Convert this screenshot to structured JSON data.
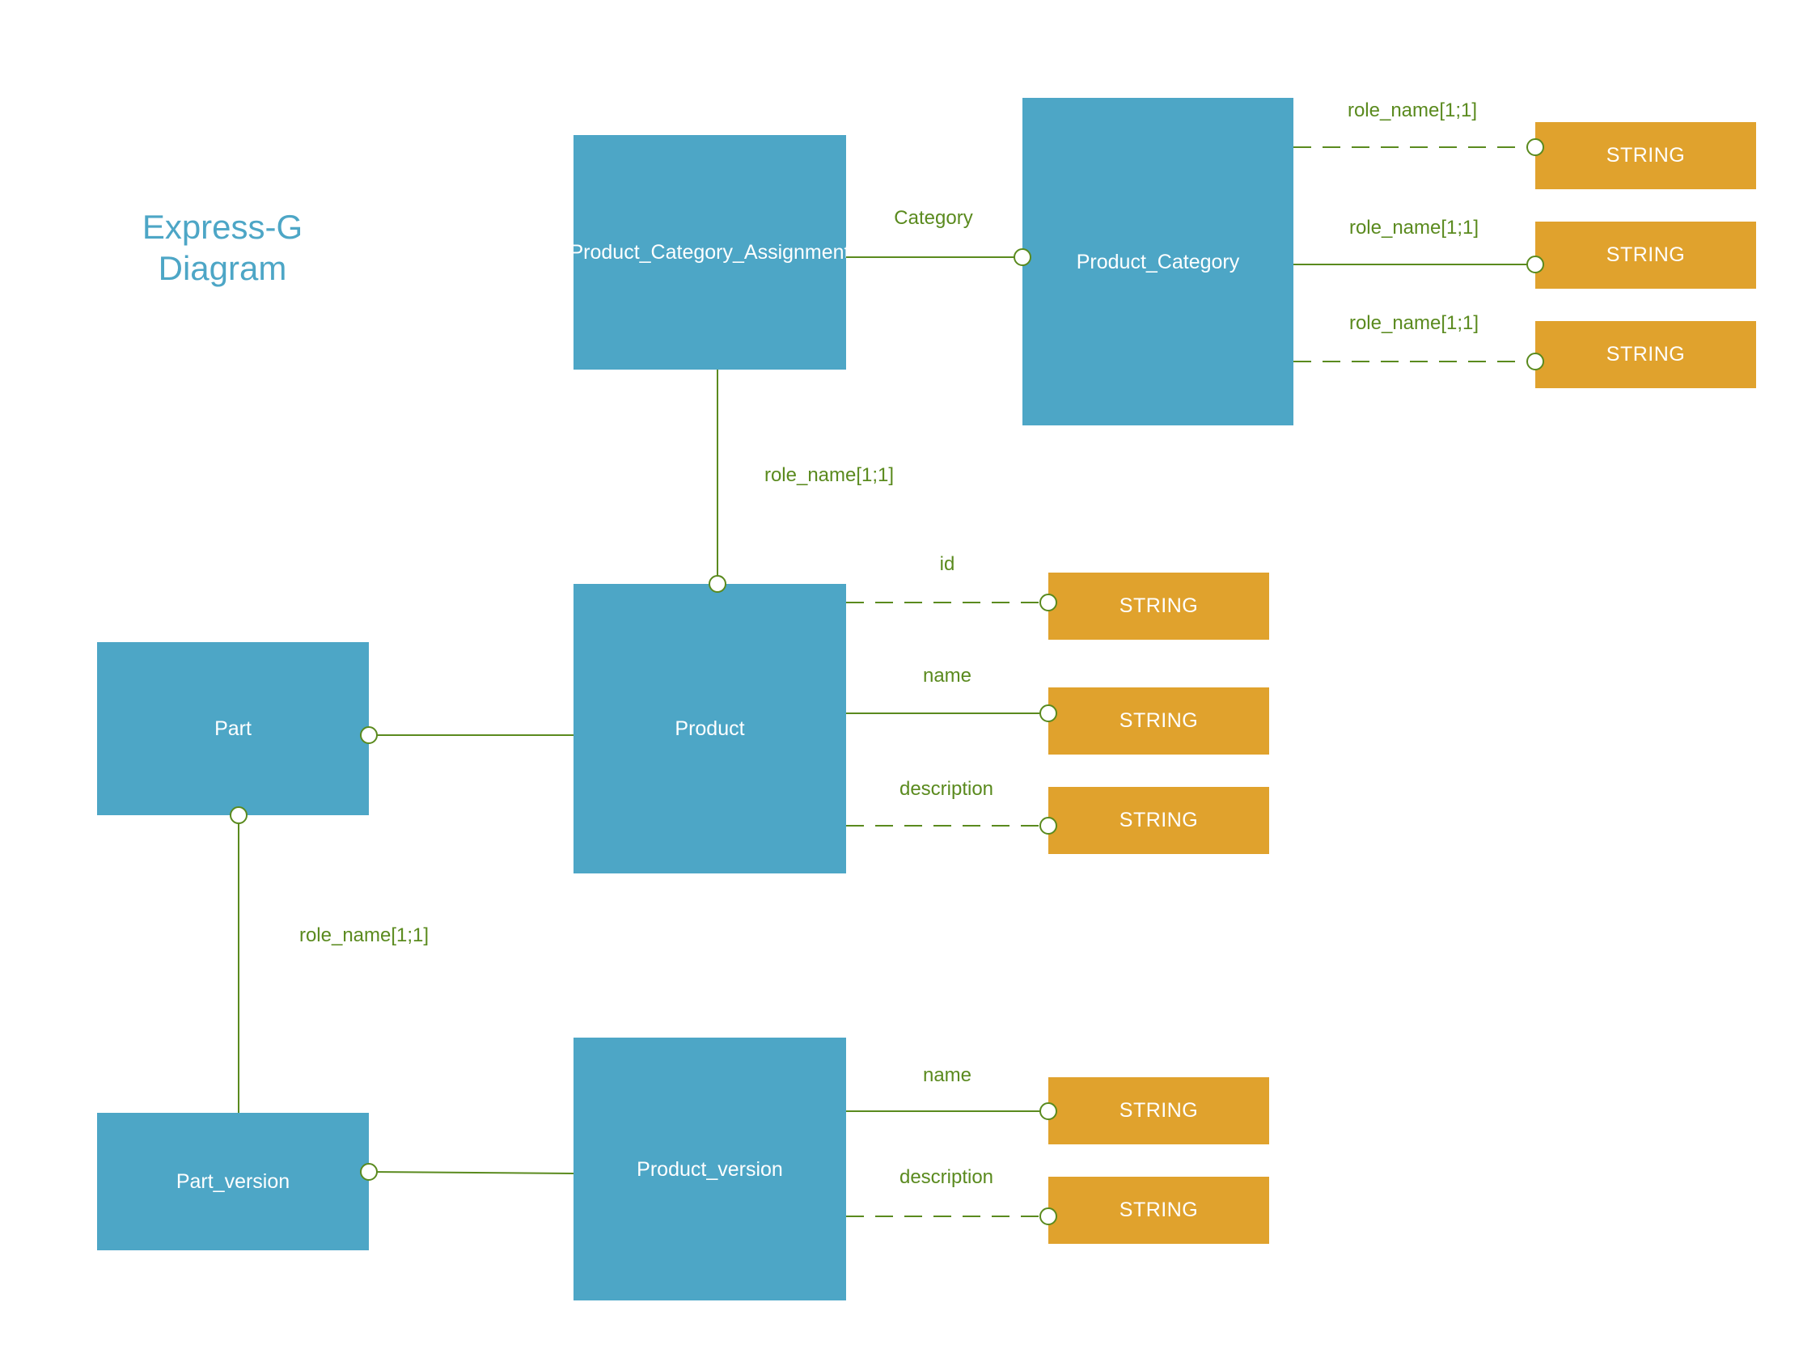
{
  "title": "Express-G\nDiagram",
  "colors": {
    "entity": "#4da6c6",
    "type": "#e0a22d",
    "line": "#5a8a1e",
    "title": "#4da6c6"
  },
  "entities": {
    "pca": "Product_Category_Assignment",
    "product_category": "Product_Category",
    "product": "Product",
    "part": "Part",
    "part_version": "Part_version",
    "product_version": "Product_version"
  },
  "types": {
    "pc_type_1": "STRING",
    "pc_type_2": "STRING",
    "pc_type_3": "STRING",
    "prod_id_type": "STRING",
    "prod_name_type": "STRING",
    "prod_desc_type": "STRING",
    "pv_name_type": "STRING",
    "pv_desc_type": "STRING"
  },
  "labels": {
    "category": "Category",
    "pc_role_1": "role_name[1;1]",
    "pc_role_2": "role_name[1;1]",
    "pc_role_3": "role_name[1;1]",
    "pca_product_role": "role_name[1;1]",
    "prod_id": "id",
    "prod_name": "name",
    "prod_desc": "description",
    "part_role": "role_name[1;1]",
    "pv_name": "name",
    "pv_desc": "description"
  }
}
